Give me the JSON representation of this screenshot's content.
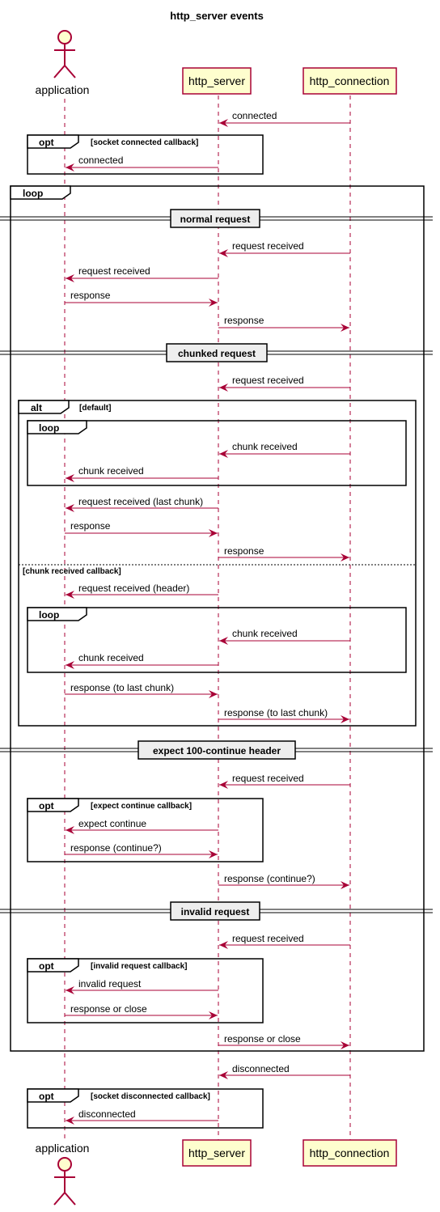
{
  "title": "http_server events",
  "participants": {
    "application": "application",
    "http_server": "http_server",
    "http_connection": "http_connection"
  },
  "messages": {
    "m1": "connected",
    "m2": "connected",
    "m3": "request received",
    "m4": "request received",
    "m5": "response",
    "m6": "response",
    "m7": "request received",
    "m8": "chunk received",
    "m9": "chunk received",
    "m10": "request received (last chunk)",
    "m11": "response",
    "m12": "response",
    "m13": "request received (header)",
    "m14": "chunk received",
    "m15": "chunk received",
    "m16": "response (to last chunk)",
    "m17": "response (to last chunk)",
    "m18": "request received",
    "m19": "expect continue",
    "m20": "response (continue?)",
    "m21": "response (continue?)",
    "m22": "request received",
    "m23": "invalid request",
    "m24": "response or close",
    "m25": "response or close",
    "m26": "disconnected",
    "m27": "disconnected"
  },
  "fragments": {
    "opt1_kw": "opt",
    "opt1_guard": "[socket connected callback]",
    "loop_main_kw": "loop",
    "alt_kw": "alt",
    "alt_guard": "[default]",
    "loop_a_kw": "loop",
    "alt_else_guard": "[chunk received callback]",
    "loop_b_kw": "loop",
    "opt2_kw": "opt",
    "opt2_guard": "[expect continue callback]",
    "opt3_kw": "opt",
    "opt3_guard": "[invalid request callback]",
    "opt4_kw": "opt",
    "opt4_guard": "[socket disconnected callback]"
  },
  "dividers": {
    "d1": "normal request",
    "d2": "chunked request",
    "d3": "expect 100-continue header",
    "d4": "invalid request"
  },
  "colors": {
    "arrow": "#A80036",
    "participant_fill": "#FEFECE",
    "divider_fill": "#EEEEEE"
  }
}
